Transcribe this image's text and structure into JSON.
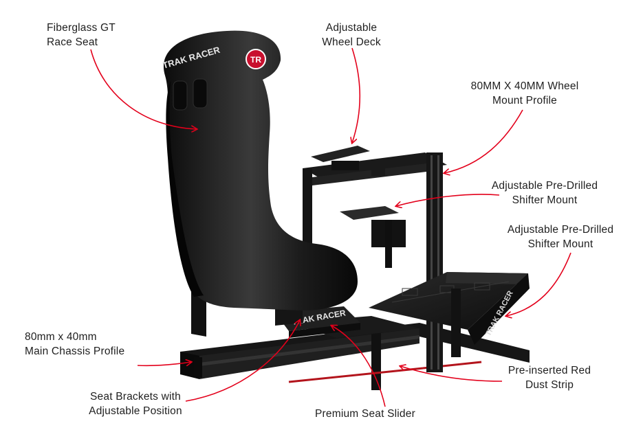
{
  "product": {
    "seat_brand_text": "TRAK RACER",
    "slider_brand_text": "TRAK RACER",
    "pedal_brand_text": "TRAK RACER",
    "logo_letters": "TR",
    "logo_color": "#c8102e"
  },
  "callouts": {
    "seat": {
      "line1": "Fiberglass GT",
      "line2": "Race Seat"
    },
    "wheel_deck": {
      "line1": "Adjustable",
      "line2": "Wheel Deck"
    },
    "wheel_mount_profile": {
      "line1": "80MM X 40MM Wheel",
      "line2": "Mount Profile"
    },
    "shifter_mount_1": {
      "line1": "Adjustable Pre-Drilled",
      "line2": "Shifter Mount"
    },
    "shifter_mount_2": {
      "line1": "Adjustable Pre-Drilled",
      "line2": "Shifter Mount"
    },
    "main_chassis": {
      "line1": "80mm x 40mm",
      "line2": "Main Chassis Profile"
    },
    "seat_brackets": {
      "line1": "Seat Brackets with",
      "line2": "Adjustable Position"
    },
    "seat_slider": {
      "line1": "Premium Seat Slider"
    },
    "dust_strip": {
      "line1": "Pre-inserted Red",
      "line2": "Dust Strip"
    }
  },
  "colors": {
    "arrow": "#e3001b",
    "frame": "#141414",
    "seat": "#1a1a1a",
    "dust_strip": "#b3141c"
  }
}
